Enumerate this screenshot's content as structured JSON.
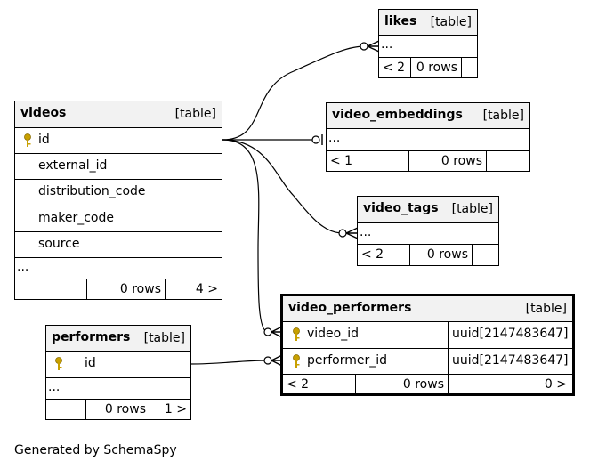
{
  "tables": {
    "likes": {
      "name": "likes",
      "type": "[table]",
      "more": "...",
      "foot": [
        "< 2",
        "0 rows",
        ""
      ]
    },
    "video_embeddings": {
      "name": "video_embeddings",
      "type": "[table]",
      "more": "...",
      "foot": [
        "< 1",
        "0 rows",
        ""
      ]
    },
    "video_tags": {
      "name": "video_tags",
      "type": "[table]",
      "more": "...",
      "foot": [
        "< 2",
        "0 rows",
        ""
      ]
    },
    "videos": {
      "name": "videos",
      "type": "[table]",
      "columns": [
        "id",
        "external_id",
        "distribution_code",
        "maker_code",
        "source"
      ],
      "more": "...",
      "foot": [
        "",
        "0 rows",
        "4 >"
      ]
    },
    "performers": {
      "name": "performers",
      "type": "[table]",
      "columns": [
        "id"
      ],
      "more": "...",
      "foot": [
        "",
        "0 rows",
        "1 >"
      ]
    },
    "video_performers": {
      "name": "video_performers",
      "type": "[table]",
      "columns": [
        {
          "name": "video_id",
          "type": "uuid[2147483647]"
        },
        {
          "name": "performer_id",
          "type": "uuid[2147483647]"
        }
      ],
      "foot": [
        "< 2",
        "0 rows",
        "0 >"
      ]
    }
  },
  "colors": {
    "line": "#000000",
    "header": "#f2f2f2",
    "key": "#c8a000"
  },
  "footer_text": "Generated by SchemaSpy"
}
